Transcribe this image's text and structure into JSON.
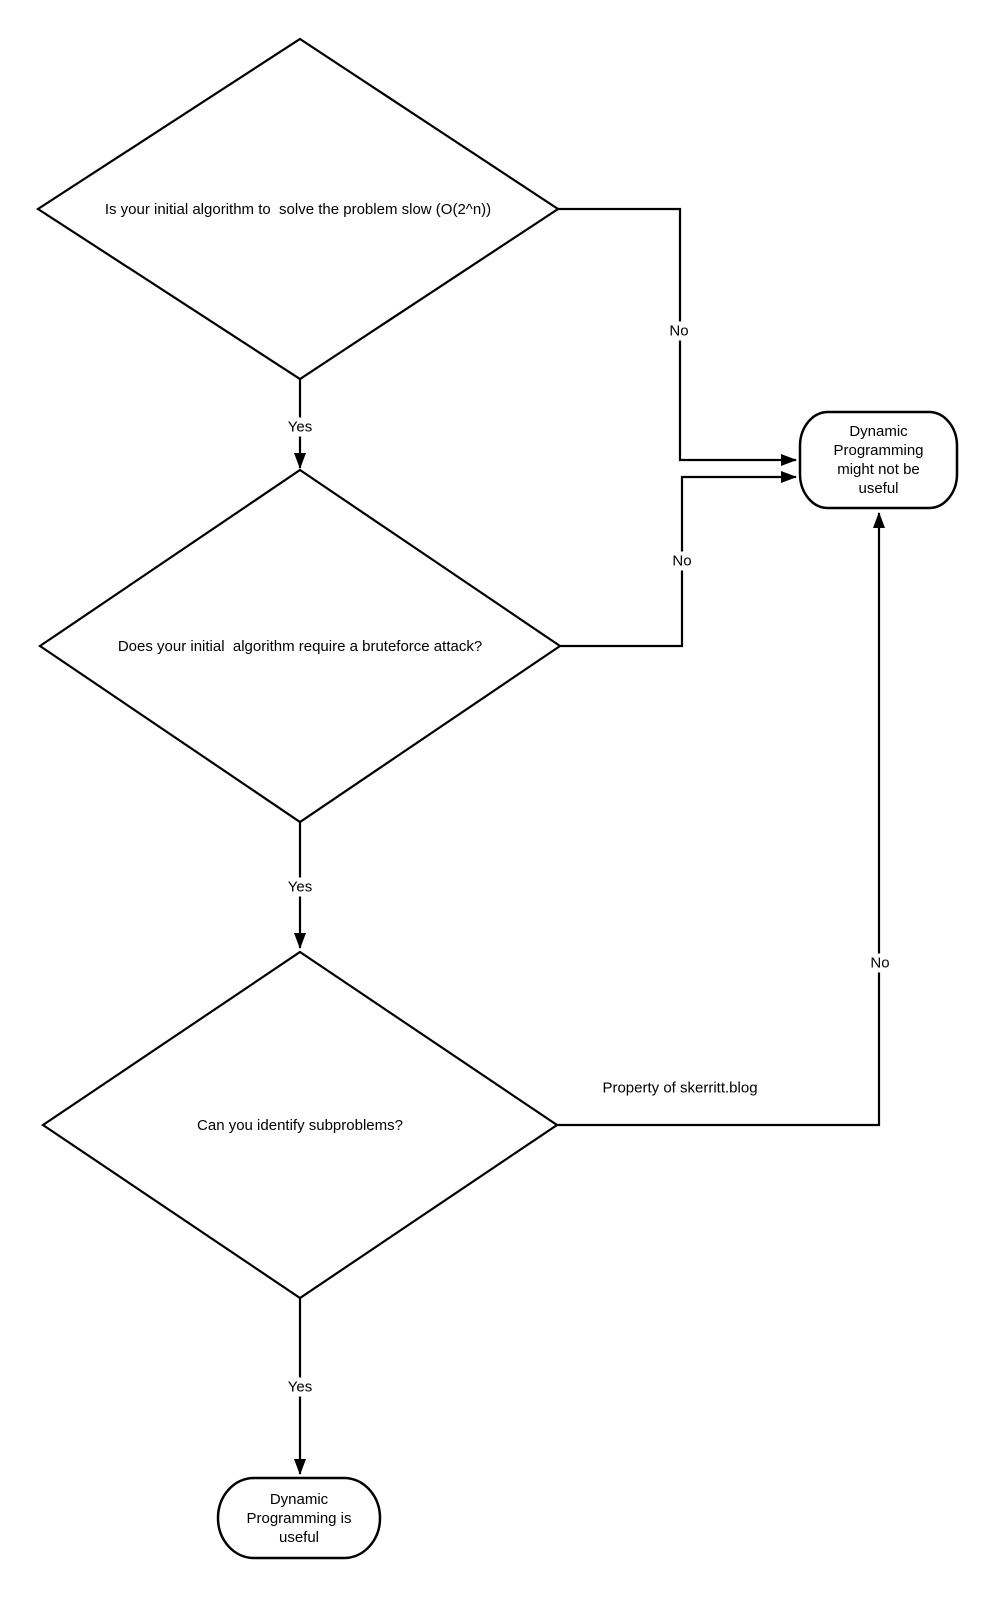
{
  "flowchart": {
    "decisions": [
      {
        "id": "slow",
        "label": "Is your initial algorithm to  solve the problem slow (O(2^n))"
      },
      {
        "id": "bruteforce",
        "label": "Does your initial  algorithm require a bruteforce attack?"
      },
      {
        "id": "subproblems",
        "label": "Can you identify subproblems?"
      }
    ],
    "terminals": [
      {
        "id": "not-useful",
        "label": "Dynamic\nProgramming\nmight not be\nuseful"
      },
      {
        "id": "useful",
        "label": "Dynamic\nProgramming is\nuseful"
      }
    ],
    "edge_labels": {
      "yes1": "Yes",
      "yes2": "Yes",
      "yes3": "Yes",
      "no1": "No",
      "no2": "No",
      "no3": "No"
    },
    "watermark": "Property of skerritt.blog",
    "colors": {
      "stroke": "#000000",
      "fill": "#ffffff"
    }
  }
}
